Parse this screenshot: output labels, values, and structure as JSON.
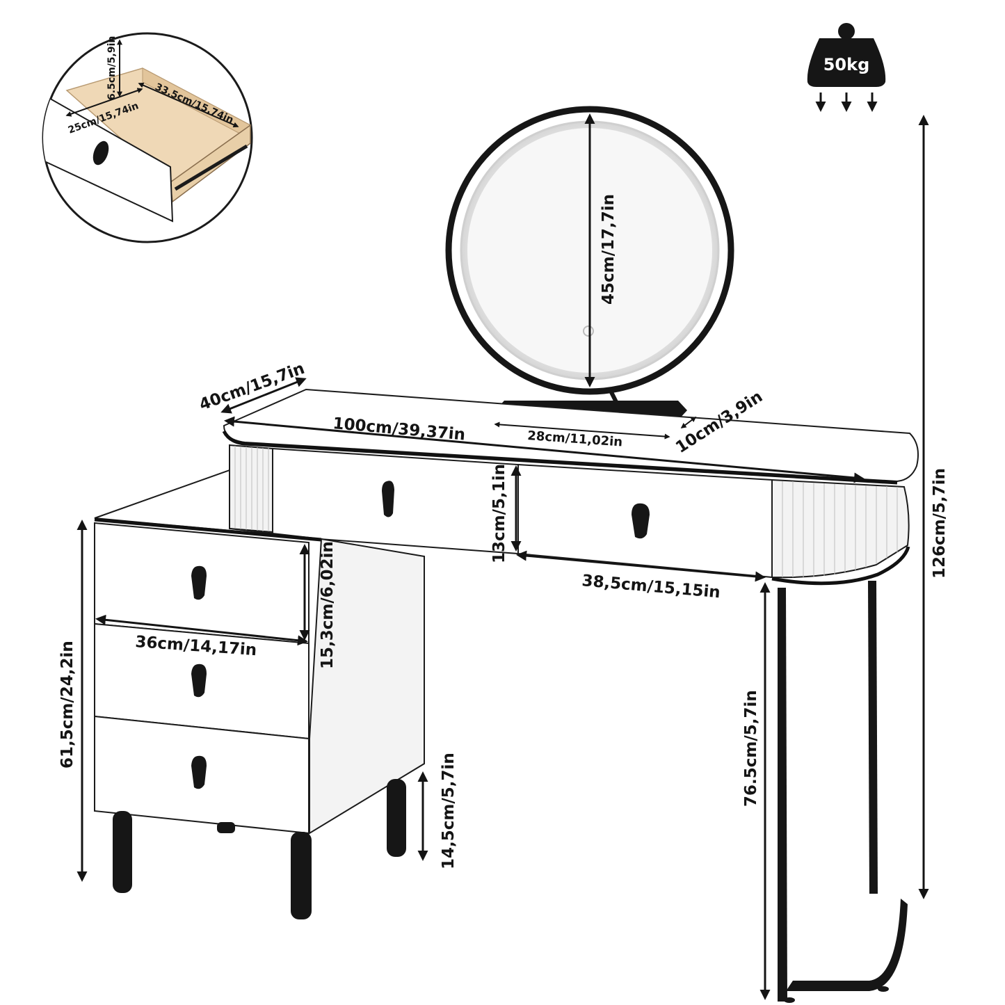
{
  "weight_badge": {
    "text": "50kg"
  },
  "dimensions": {
    "drawer_inner_height": "6.5cm/5,9in",
    "drawer_inner_length": "33.5cm/15,74in",
    "drawer_inner_width": "25cm/15,74in",
    "mirror_diameter": "45cm/17,7in",
    "desk_depth": "40cm/15,7in",
    "desk_width": "100cm/39,37in",
    "mirror_base_width": "28cm/11,02in",
    "mirror_base_depth": "10cm/3,9in",
    "top_drawer_height": "13cm/5,1in",
    "top_drawer_width": "38,5cm/15,15in",
    "cabinet_drawer_height": "15,3cm/6,02in",
    "cabinet_drawer_width": "36cm/14,17in",
    "cabinet_height": "61,5cm/24,2in",
    "cabinet_leg_height": "14,5cm/5,7in",
    "desk_height": "76.5cm/5,7in",
    "total_height": "126cm/5,7in"
  },
  "colors": {
    "frame": "#161616",
    "panel": "#ffffff",
    "wood": "#efd8b6"
  }
}
